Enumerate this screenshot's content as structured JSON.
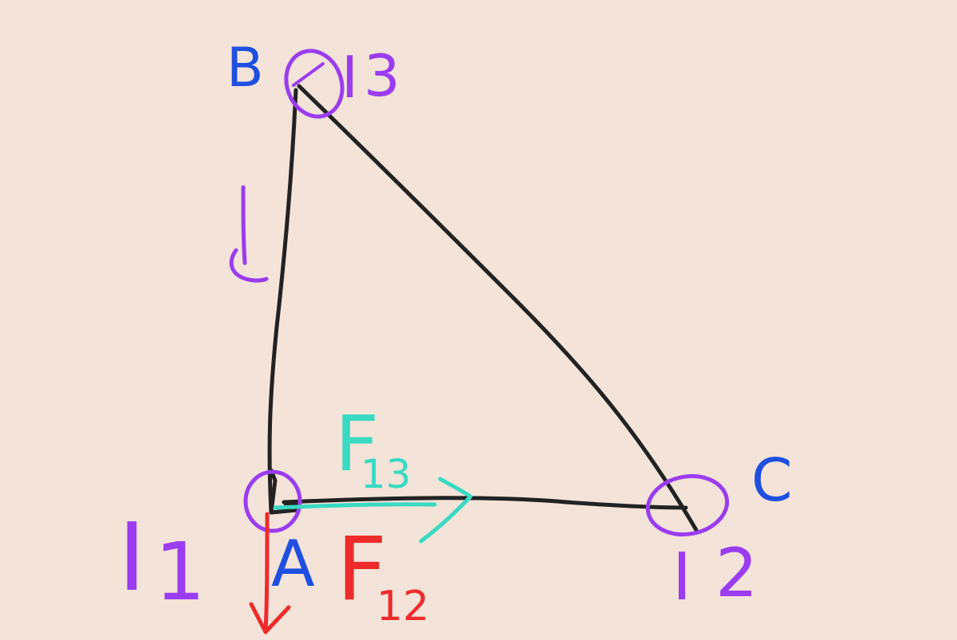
{
  "colors": {
    "background": "#f3e3d8",
    "triangle": "#222222",
    "vertex_label": "#1f4fe0",
    "current": "#9a3cf0",
    "force_f13": "#39d9c2",
    "force_f12": "#ee2b2b"
  },
  "vertices": {
    "a": {
      "label": "A"
    },
    "b": {
      "label": "B"
    },
    "c": {
      "label": "C"
    }
  },
  "currents": {
    "i1": {
      "symbol": "I",
      "index": "1"
    },
    "i2": {
      "symbol": "I",
      "index": "2"
    },
    "i3": {
      "symbol": "I",
      "index": "3"
    }
  },
  "forces": {
    "f13": {
      "symbol": "F",
      "index": "13"
    },
    "f12": {
      "symbol": "F",
      "index": "12"
    }
  }
}
